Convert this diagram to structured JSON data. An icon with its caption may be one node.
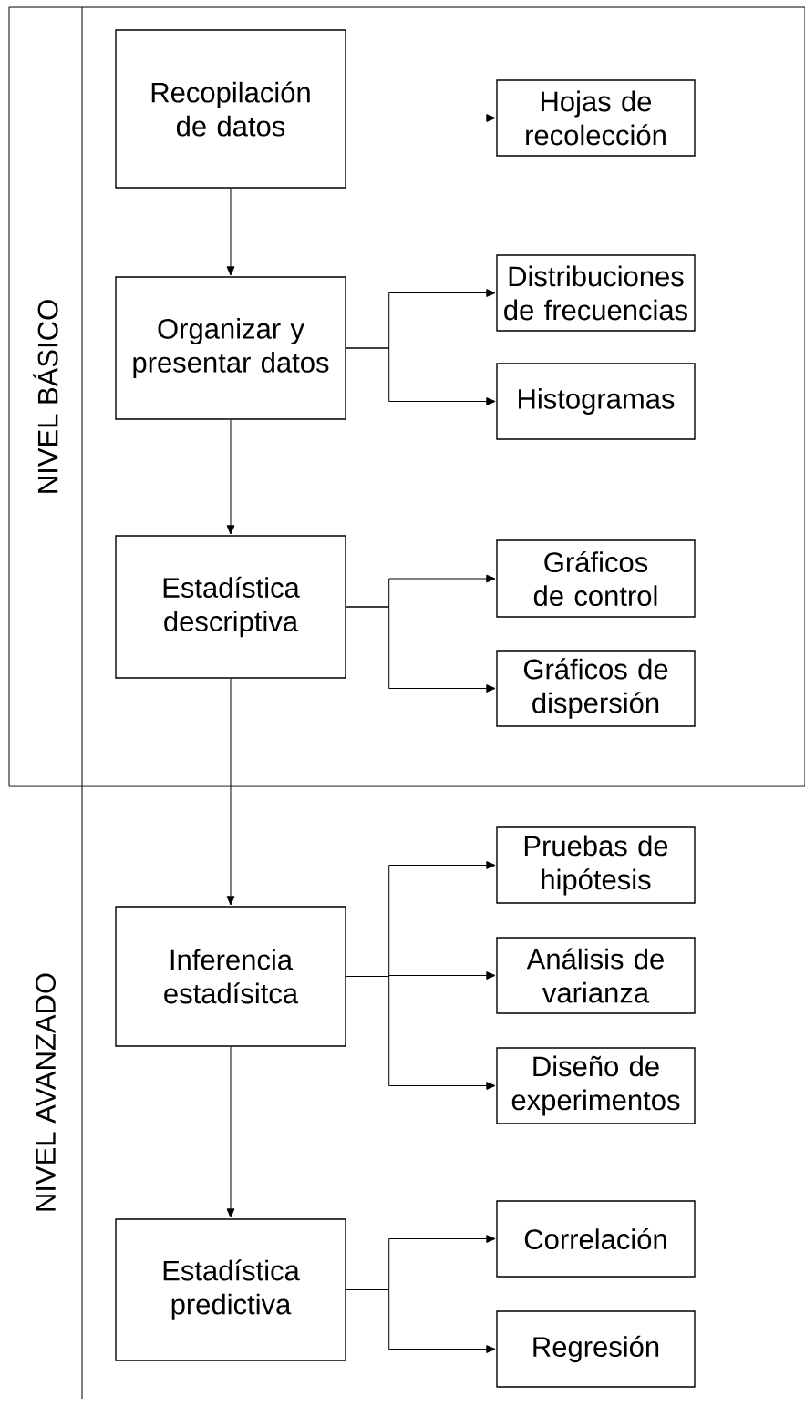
{
  "diagram": {
    "nodes": [
      {
        "text": [
          "NIVEL BÁSICO"
        ]
      },
      {
        "text": [
          "Recopilación de datos"
        ],
        "in": 0
      },
      {
        "text": [
          "Hojas de recolección"
        ],
        "in": 0
      },
      {
        "text": [
          "Organizar y presentar datos"
        ],
        "in": 0
      },
      {
        "text": [
          "Distribuciones de frecuencias"
        ],
        "in": 0
      },
      {
        "text": [
          "Histogramas"
        ],
        "in": 0
      },
      {
        "text": [
          "Estadística descriptiva"
        ],
        "in": 0
      },
      {
        "text": [
          "Gráficos de control"
        ],
        "in": 0
      },
      {
        "text": [
          "Gráficos de dispersión"
        ],
        "in": 0
      },
      {
        "text": [
          "NIVEL AVANZADO"
        ]
      },
      {
        "text": [
          "Inferencia estadísitca"
        ],
        "in": 9
      },
      {
        "text": [
          "Pruebas de hipótesis"
        ],
        "in": 9
      },
      {
        "text": [
          "Análisis de varianza"
        ],
        "in": 9
      },
      {
        "text": [
          "Diseño de experimentos"
        ],
        "in": 9
      },
      {
        "text": [
          "Estadística predictiva"
        ],
        "in": 9
      },
      {
        "text": [
          "Correlación"
        ],
        "in": 9
      },
      {
        "text": [
          "Regresión"
        ],
        "in": 9
      }
    ],
    "edges": [
      {
        "from": 1,
        "to": 2,
        "arrow": "to"
      },
      {
        "from": 1,
        "to": 3,
        "arrow": "to"
      },
      {
        "from": 3,
        "to": 4,
        "arrow": "to"
      },
      {
        "from": 3,
        "to": 5,
        "arrow": "to"
      },
      {
        "from": 3,
        "to": 6,
        "arrow": "to"
      },
      {
        "from": 6,
        "to": 7,
        "arrow": "to"
      },
      {
        "from": 6,
        "to": 8,
        "arrow": "to"
      },
      {
        "from": 6,
        "to": 10,
        "arrow": "to"
      },
      {
        "from": 10,
        "to": 11,
        "arrow": "to"
      },
      {
        "from": 10,
        "to": 12,
        "arrow": "to"
      },
      {
        "from": 10,
        "to": 13,
        "arrow": "to"
      },
      {
        "from": 10,
        "to": 14,
        "arrow": "to"
      },
      {
        "from": 14,
        "to": 15,
        "arrow": "to"
      },
      {
        "from": 14,
        "to": 16,
        "arrow": "to"
      }
    ]
  }
}
